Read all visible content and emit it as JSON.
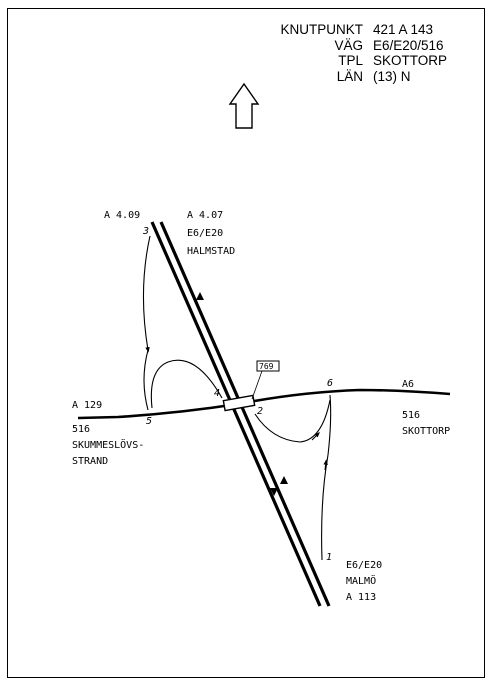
{
  "header": {
    "rows": [
      {
        "key": "KNUTPUNKT",
        "value": "421 A 143"
      },
      {
        "key": "VÄG",
        "value": "E6/E20/516"
      },
      {
        "key": "TPL",
        "value": "SKOTTORP"
      },
      {
        "key": "LÄN",
        "value": "(13) N"
      }
    ]
  },
  "labels": {
    "a409": "A 4.09",
    "a407": "A 4.07",
    "e6_north": "E6/E20",
    "halmstad": "HALMSTAD",
    "a129": "A 129",
    "road516_w": "516",
    "skummeslov": "SKUMMESLÖVS-",
    "strand": "STRAND",
    "a6": "A6",
    "road516_e": "516",
    "skottorp": "SKOTTORP",
    "e6_south": "E6/E20",
    "malmo": "MALMÖ",
    "a113": "A 113",
    "bridge": "769"
  },
  "numbers": {
    "n1": "1",
    "n2": "2",
    "n3": "3",
    "n4": "4",
    "n5": "5",
    "n6": "6"
  }
}
